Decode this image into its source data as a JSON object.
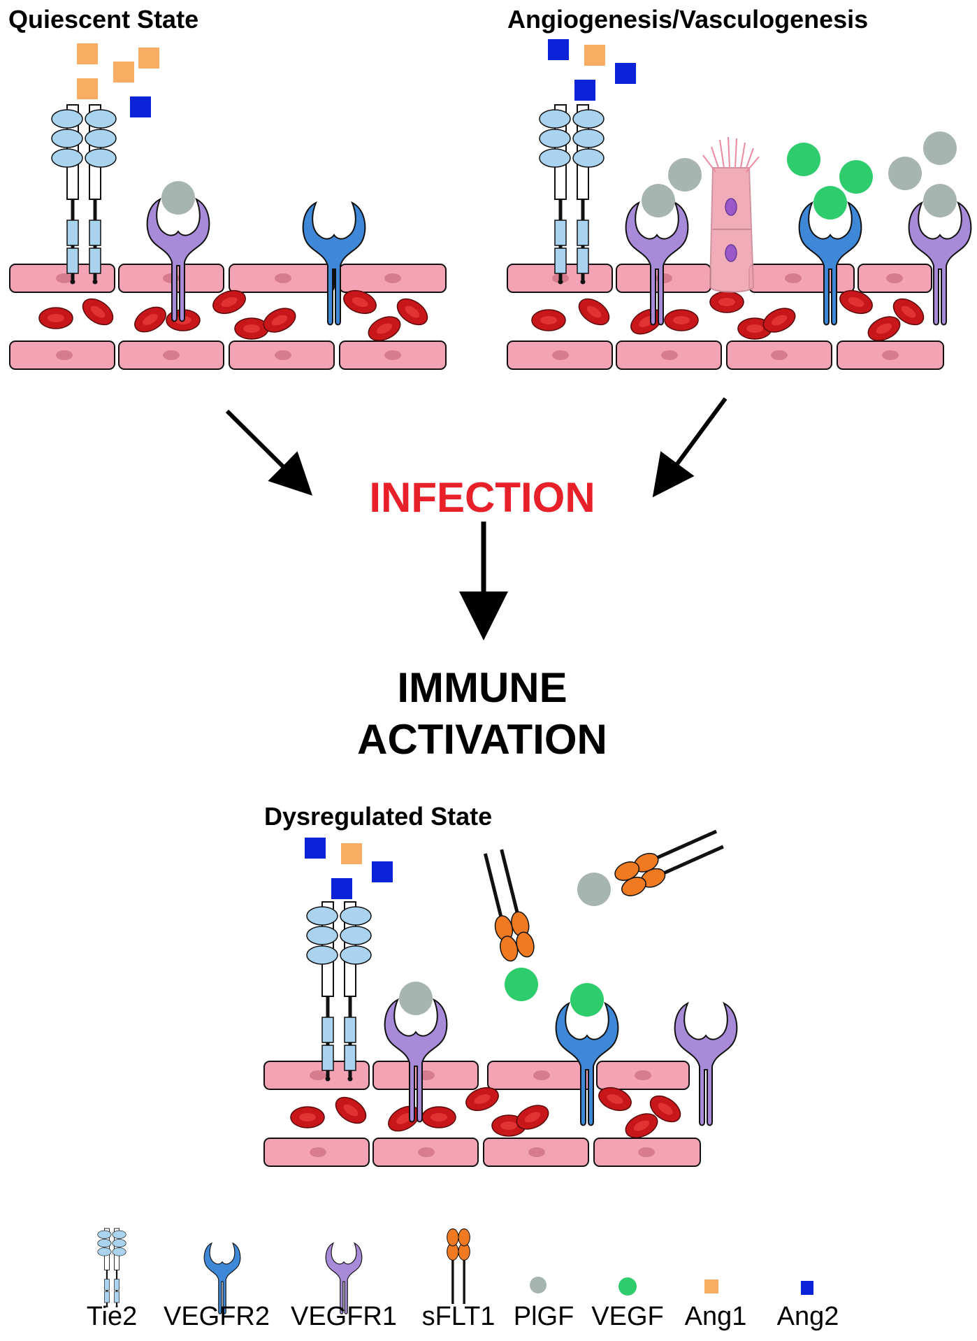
{
  "panels": {
    "quiescent": {
      "title": "Quiescent State"
    },
    "angiogenesis": {
      "title": "Angiogenesis/Vasculogenesis"
    },
    "dysregulated": {
      "title": "Dysregulated State"
    }
  },
  "flow": {
    "infection": "INFECTION",
    "immune_line1": "IMMUNE",
    "immune_line2": "ACTIVATION"
  },
  "legend": [
    {
      "label": "Tie2",
      "icon": "tie2-receptor-icon"
    },
    {
      "label": "VEGFR2",
      "icon": "vegfr2-receptor-icon"
    },
    {
      "label": "VEGFR1",
      "icon": "vegfr1-receptor-icon"
    },
    {
      "label": "sFLT1",
      "icon": "sflt1-icon"
    },
    {
      "label": "PlGF",
      "icon": "plgf-icon"
    },
    {
      "label": "VEGF",
      "icon": "vegf-icon"
    },
    {
      "label": "Ang1",
      "icon": "ang1-icon"
    },
    {
      "label": "Ang2",
      "icon": "ang2-icon"
    }
  ],
  "colors": {
    "infection": "#e8202a",
    "tie2": "#a9d3ee",
    "vegfr2": "#3f88d8",
    "vegfr1": "#a78ad8",
    "sflt1": "#f07a22",
    "plgf": "#a7b5b0",
    "vegf": "#2ecc6c",
    "ang1": "#f9ad63",
    "ang2": "#0a23d8",
    "endothelium": "#f4a3b4",
    "rbc": "#d41f1f"
  }
}
